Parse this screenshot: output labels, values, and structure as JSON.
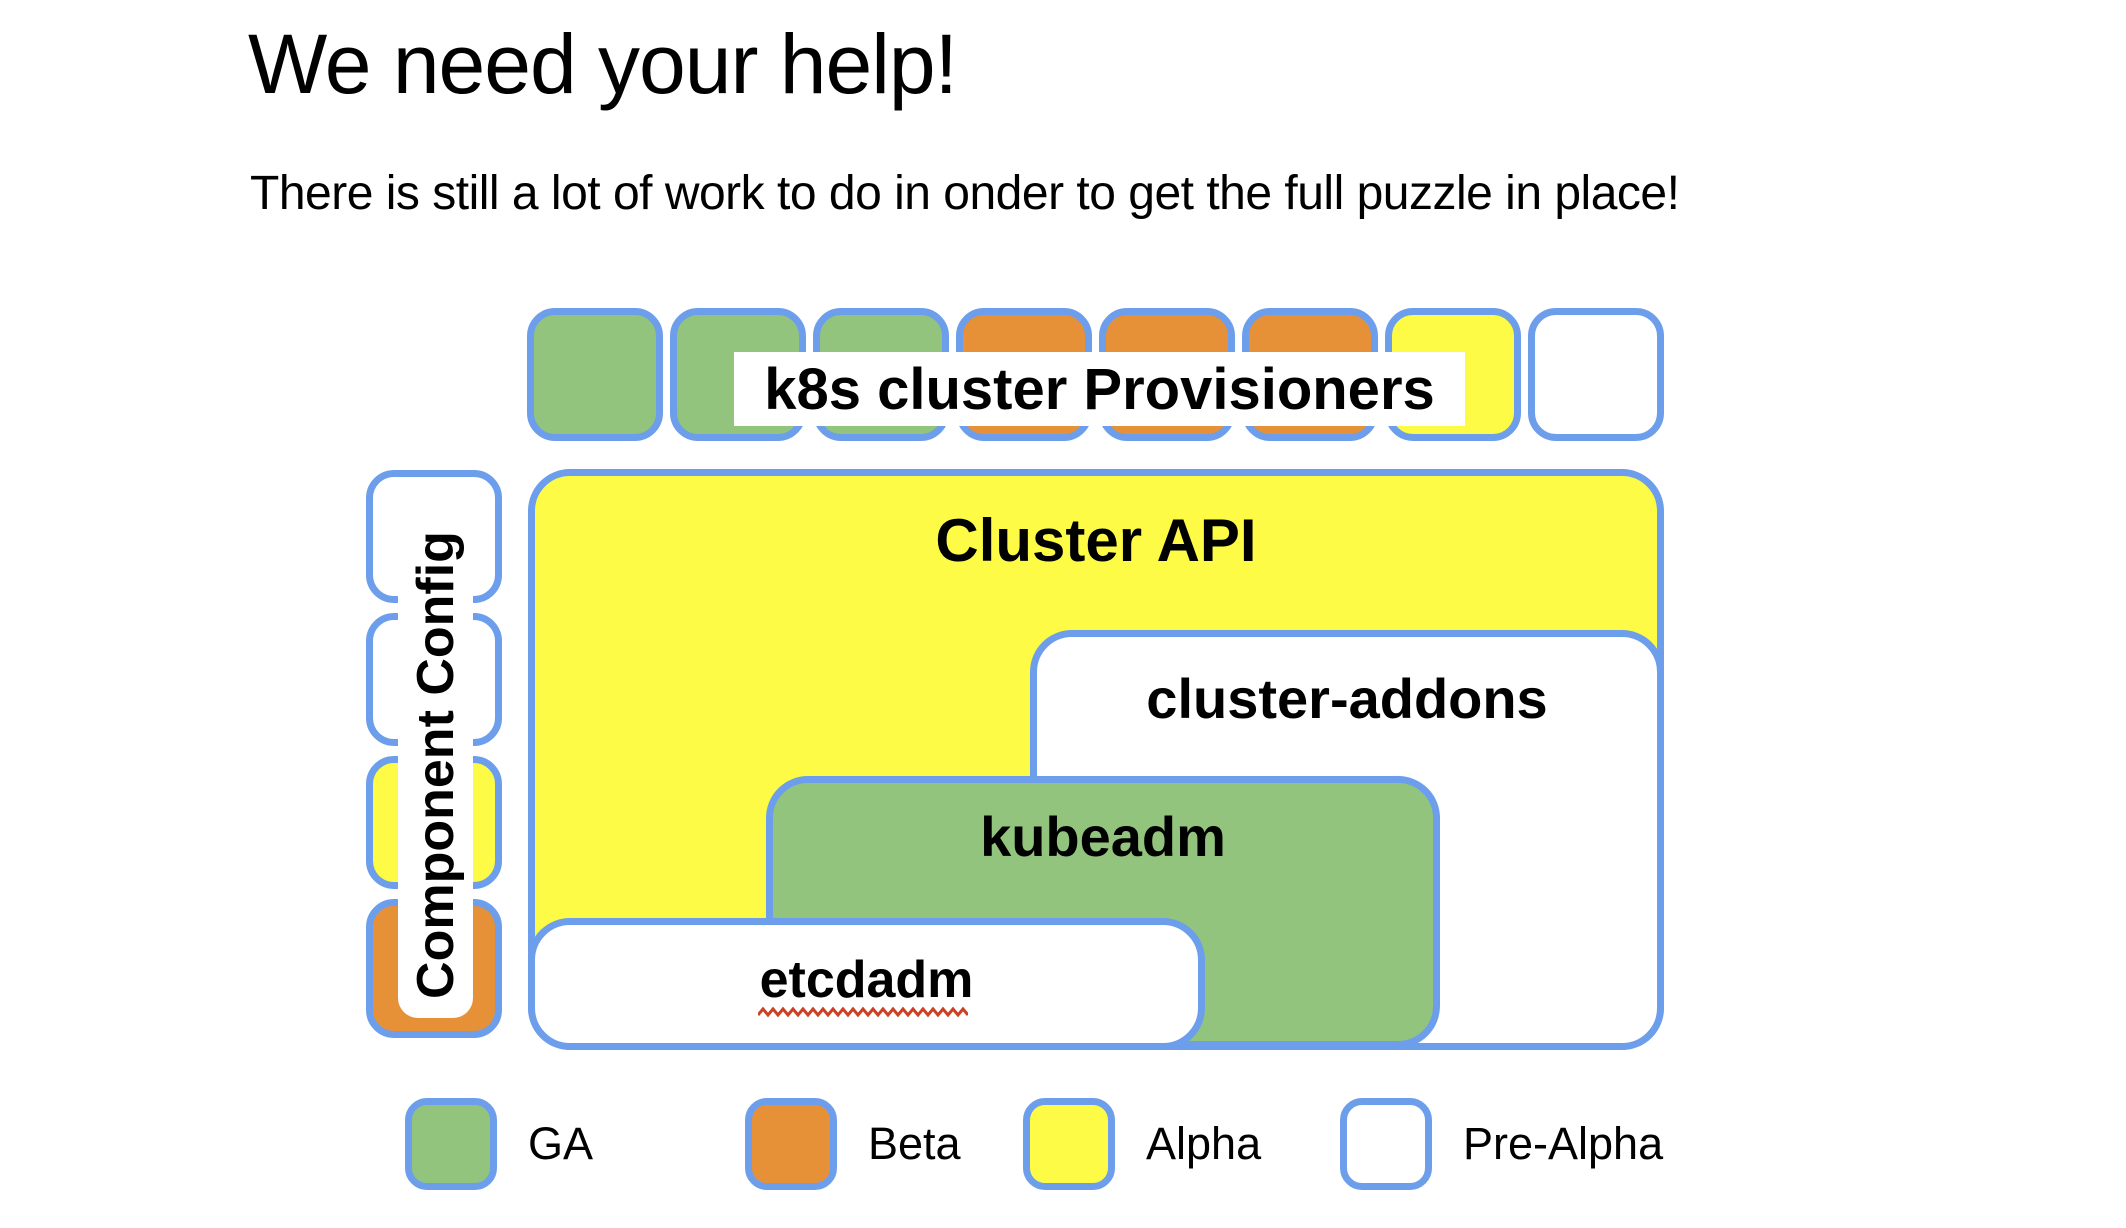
{
  "page": {
    "title": "We need your help!",
    "subtitle": "There is still a lot of work to do in onder to get the full puzzle in place!"
  },
  "colors": {
    "ga": "#93c47d",
    "beta": "#e69138",
    "alpha": "#fdfb45",
    "pre_alpha": "#ffffff",
    "border": "#6d9eeb",
    "squiggle": "#cc4125",
    "text": "#000000"
  },
  "diagram": {
    "provisioners_row": {
      "label": "k8s cluster Provisioners",
      "pieces": [
        "ga",
        "ga",
        "ga",
        "beta",
        "beta",
        "beta",
        "alpha",
        "pre_alpha"
      ]
    },
    "component_config": {
      "label": "Component Config",
      "pieces": [
        "pre_alpha",
        "pre_alpha",
        "alpha",
        "beta"
      ]
    },
    "boxes": {
      "cluster_api": {
        "label": "Cluster API",
        "status": "alpha"
      },
      "cluster_addons": {
        "label": "cluster-addons",
        "status": "pre_alpha"
      },
      "kubeadm": {
        "label": "kubeadm",
        "status": "ga"
      },
      "etcdadm": {
        "label": "etcdadm",
        "status": "pre_alpha",
        "spellcheck_underline": true
      }
    }
  },
  "legend": [
    {
      "label": "GA",
      "status": "ga"
    },
    {
      "label": "Beta",
      "status": "beta"
    },
    {
      "label": "Alpha",
      "status": "alpha"
    },
    {
      "label": "Pre-Alpha",
      "status": "pre_alpha"
    }
  ]
}
